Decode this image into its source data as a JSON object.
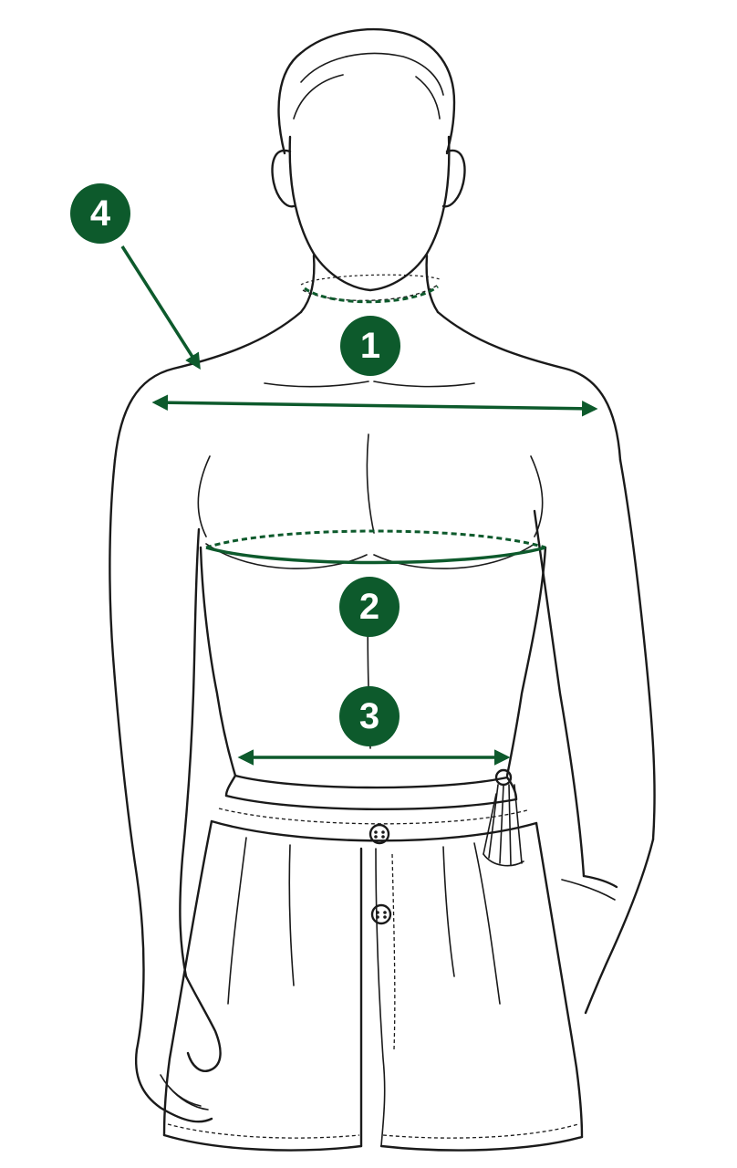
{
  "accent_color": "#0d5a2c",
  "markers": [
    {
      "id": "neck",
      "label": "1"
    },
    {
      "id": "chest",
      "label": "2"
    },
    {
      "id": "waist",
      "label": "3"
    },
    {
      "id": "shoulder",
      "label": "4"
    }
  ]
}
